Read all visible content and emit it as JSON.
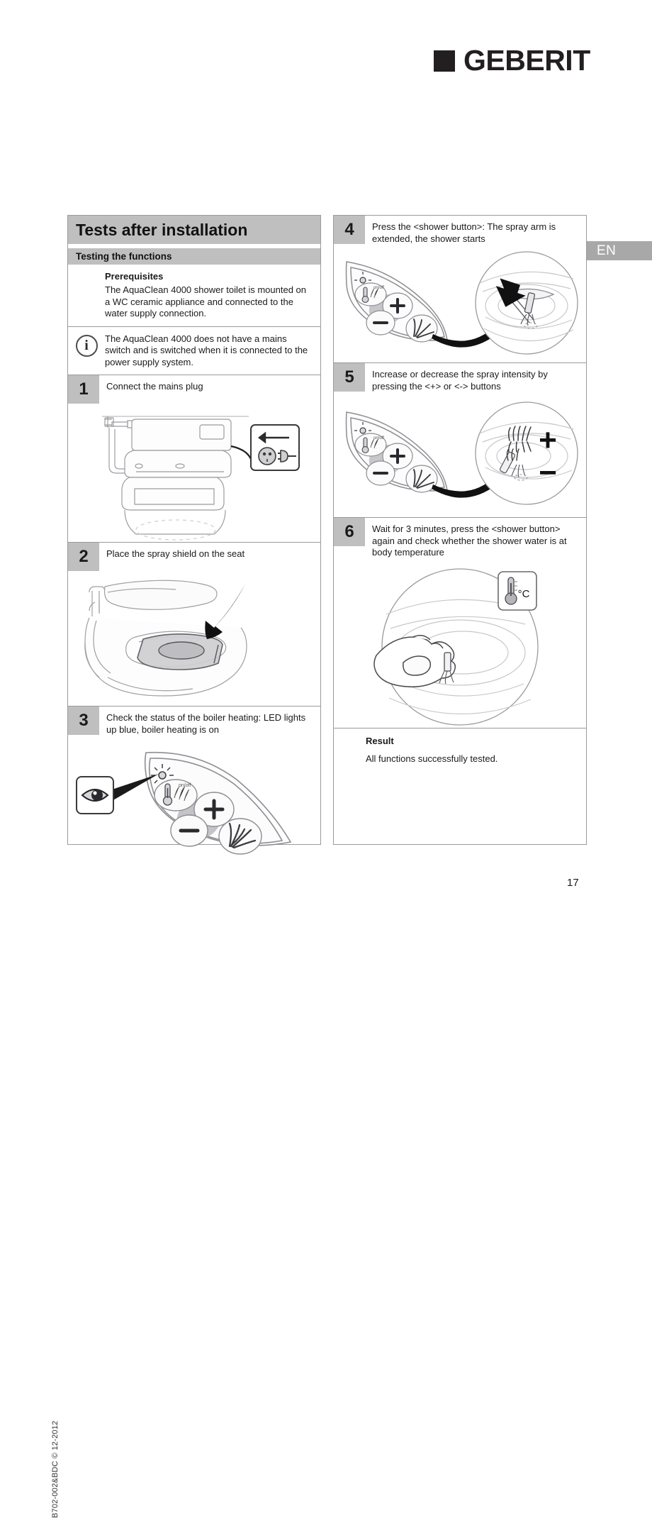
{
  "brand": {
    "name": "GEBERIT",
    "logo_icon": "geberit-square-icon"
  },
  "language_tab": {
    "label": "EN"
  },
  "page_number": "17",
  "document_code": "B702-002&BDC © 12-2012",
  "left_column": {
    "title": "Tests after installation",
    "section": "Testing the functions",
    "prerequisites_heading": "Prerequisites",
    "prerequisites_text": "The AquaClean 4000 shower toilet is mounted on a WC ceramic appliance and connected to the water supply connection.",
    "note_icon": "info-icon",
    "note_text": "The AquaClean 4000 does not have a mains switch and is switched when it is connected to the power supply system.",
    "steps": [
      {
        "number": "1",
        "text": "Connect the mains plug",
        "figure": "toilet-mains-plug-illustration",
        "detail_icons": [
          "power-socket-icon",
          "power-plug-icon",
          "left-arrow-icon"
        ]
      },
      {
        "number": "2",
        "text": "Place the spray shield on the seat",
        "figure": "toilet-spray-shield-illustration",
        "detail_icons": [
          "down-arrow-icon"
        ]
      },
      {
        "number": "3",
        "text": "Check the status of the boiler heating: LED lights up blue, boiler heating is on",
        "figure": "control-panel-led-illustration",
        "detail_icons": [
          "eye-icon",
          "led-star-icon",
          "thermometer-icon",
          "plus-button-icon",
          "minus-button-icon",
          "spray-fan-icon"
        ]
      }
    ]
  },
  "right_column": {
    "steps": [
      {
        "number": "4",
        "text": "Press the <shower button>: The spray arm is extended, the shower starts",
        "figure": "shower-arm-extended-illustration",
        "detail_icons": [
          "spray-fan-icon",
          "plus-button-icon",
          "minus-button-icon",
          "thermometer-icon",
          "curved-arrow-icon",
          "down-arrow-icon"
        ]
      },
      {
        "number": "5",
        "text": "Increase or decrease the spray intensity by pressing the <+> or <-> buttons",
        "figure": "spray-intensity-illustration",
        "detail_icons": [
          "plus-symbol-icon",
          "minus-symbol-icon",
          "curved-arrow-icon",
          "spray-fan-icon"
        ]
      },
      {
        "number": "6",
        "text": "Wait for 3 minutes, press the <shower button> again and check whether the shower water is at body temperature",
        "figure": "hand-water-temperature-illustration",
        "detail_icons": [
          "hand-icon",
          "thermometer-icon"
        ],
        "badge_label": "°C"
      }
    ],
    "result_heading": "Result",
    "result_text": "All functions successfully tested."
  }
}
